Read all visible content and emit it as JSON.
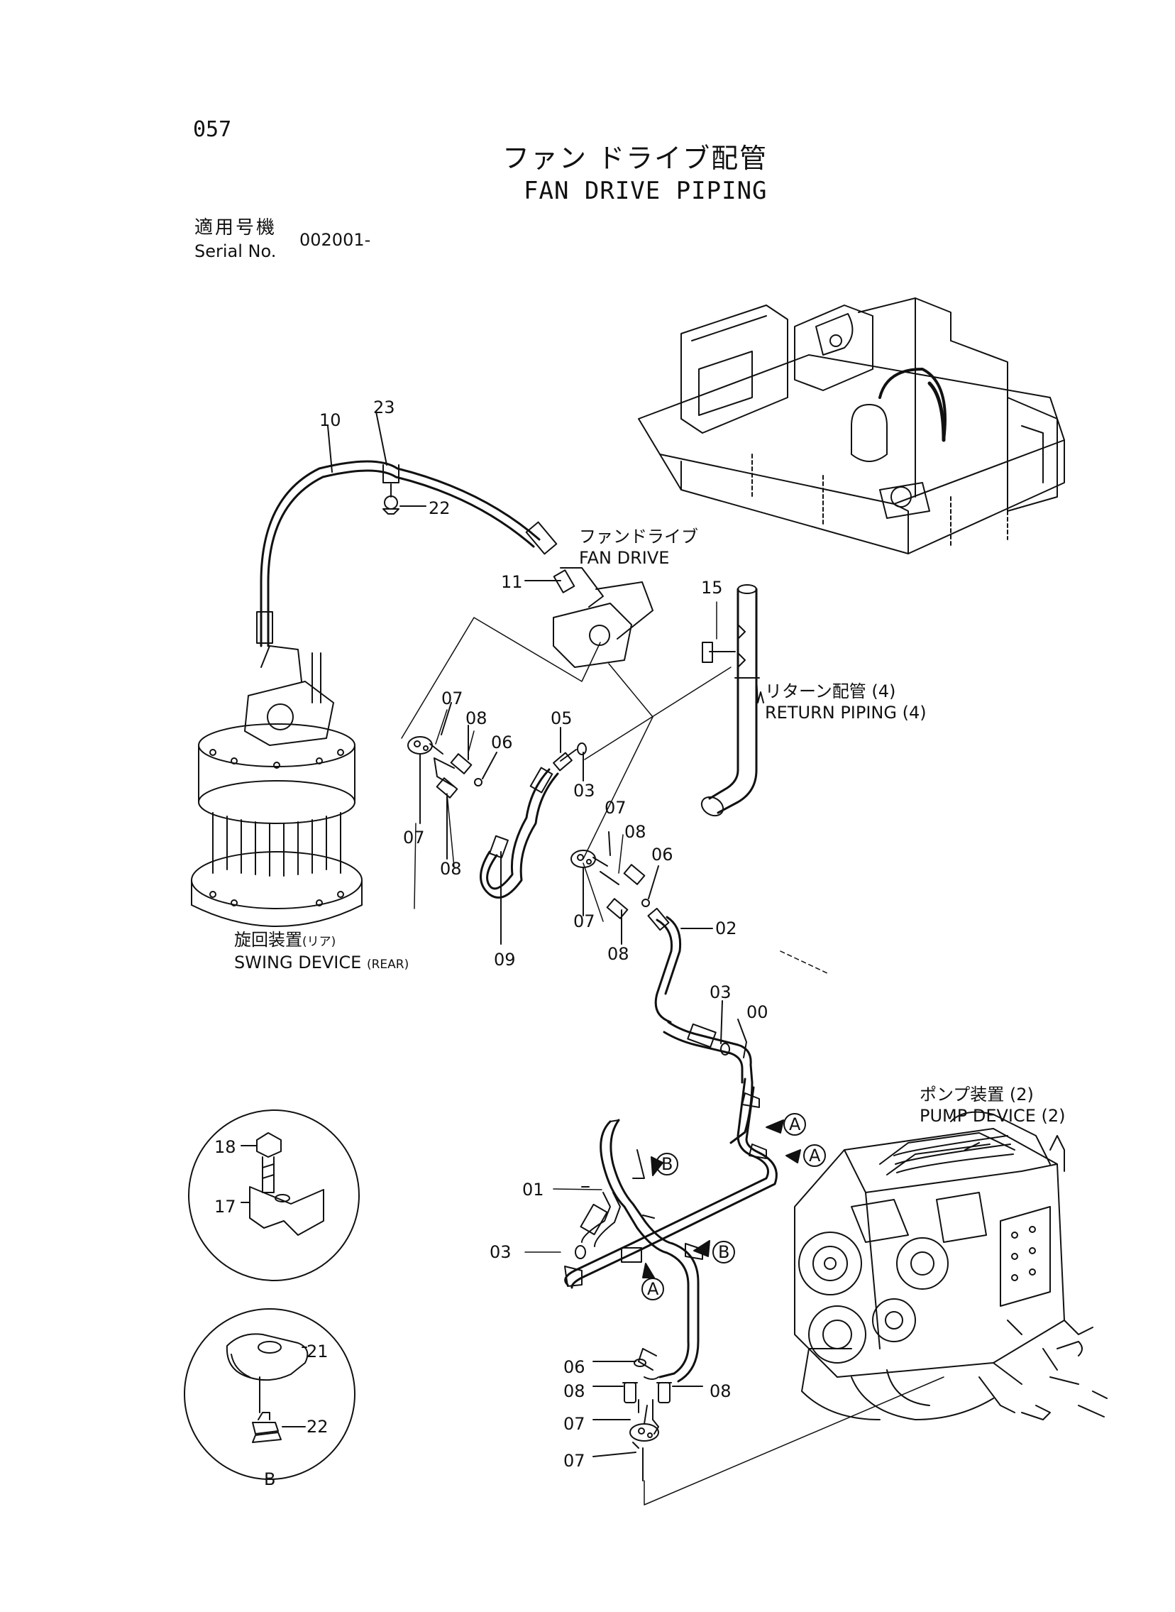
{
  "header": {
    "page_number": "057",
    "title_jp": "ファン ドライブ配管",
    "title_en": "FAN DRIVE PIPING",
    "serial_label_jp": "適用号機",
    "serial_label_en": "Serial No.",
    "serial_value": "002001-"
  },
  "captions": {
    "fan_drive_jp": "ファンドライブ",
    "fan_drive_en": "FAN DRIVE",
    "return_piping_jp": "リターン配管 (4)",
    "return_piping_en": "RETURN PIPING (4)",
    "swing_device_jp": "旋回装置",
    "swing_device_jp_sub": "(リア)",
    "swing_device_en": "SWING DEVICE",
    "swing_device_en_sub": "(REAR)",
    "pump_device_jp": "ポンプ装置 (2)",
    "pump_device_en": "PUMP DEVICE (2)"
  },
  "parts": [
    "10",
    "23",
    "22",
    "11",
    "15",
    "07",
    "08",
    "06",
    "05",
    "03",
    "07",
    "08",
    "08",
    "07",
    "07",
    "08",
    "06",
    "07",
    "08",
    "02",
    "09",
    "03",
    "00",
    "01",
    "03",
    "18",
    "17",
    "21",
    "22",
    "06",
    "08",
    "08",
    "07",
    "07"
  ],
  "markers": [
    "A",
    "A",
    "A",
    "B",
    "B",
    "B"
  ]
}
